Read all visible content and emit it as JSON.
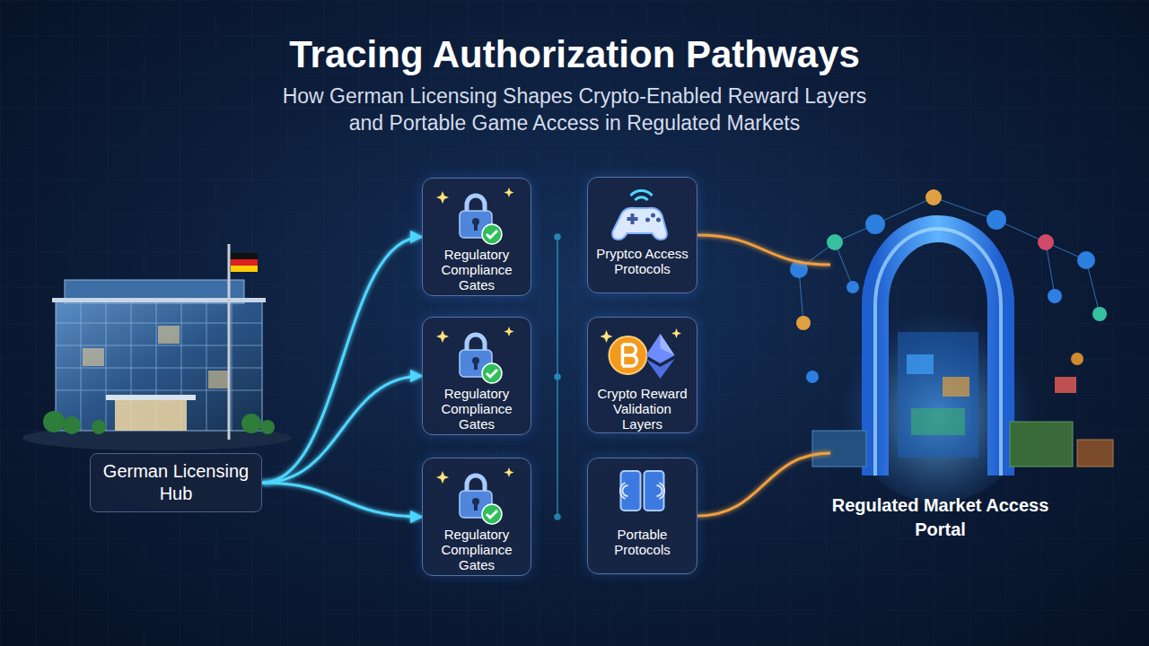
{
  "diagram": {
    "title": "Tracing Authorization Pathways",
    "caption": "How German Licensing Shapes Crypto-Enabled Reward Layers and Portable Game Access in Regulated Markets",
    "nodes": [
      {
        "text": [
          "German Licensing Hub"
        ]
      },
      {
        "text": [
          "Regulatory Compliance Gates"
        ]
      },
      {
        "text": [
          "Pryptco Access Protocols"
        ]
      },
      {
        "text": [
          "Regulatory Compliance Gates"
        ]
      },
      {
        "text": [
          "Crypto Reward Validation Layers"
        ]
      },
      {
        "text": [
          "Regulatory Compliance Gates"
        ]
      },
      {
        "text": [
          "Portable Protocols"
        ]
      },
      {
        "text": [
          "Regulated Market Access Portal"
        ]
      }
    ],
    "edges": [
      {
        "from": 0,
        "to": 1,
        "arrow": "to"
      },
      {
        "from": 0,
        "to": 3,
        "arrow": "to"
      },
      {
        "from": 0,
        "to": 5,
        "arrow": "to"
      },
      {
        "from": 1,
        "to": 2,
        "arrow": "to"
      },
      {
        "from": 3,
        "to": 4,
        "arrow": "to"
      },
      {
        "from": 5,
        "to": 6,
        "arrow": "to"
      },
      {
        "from": 2,
        "to": 7,
        "arrow": "none"
      },
      {
        "from": 4,
        "to": 7,
        "arrow": "none"
      },
      {
        "from": 6,
        "to": 7,
        "arrow": "none"
      }
    ]
  }
}
